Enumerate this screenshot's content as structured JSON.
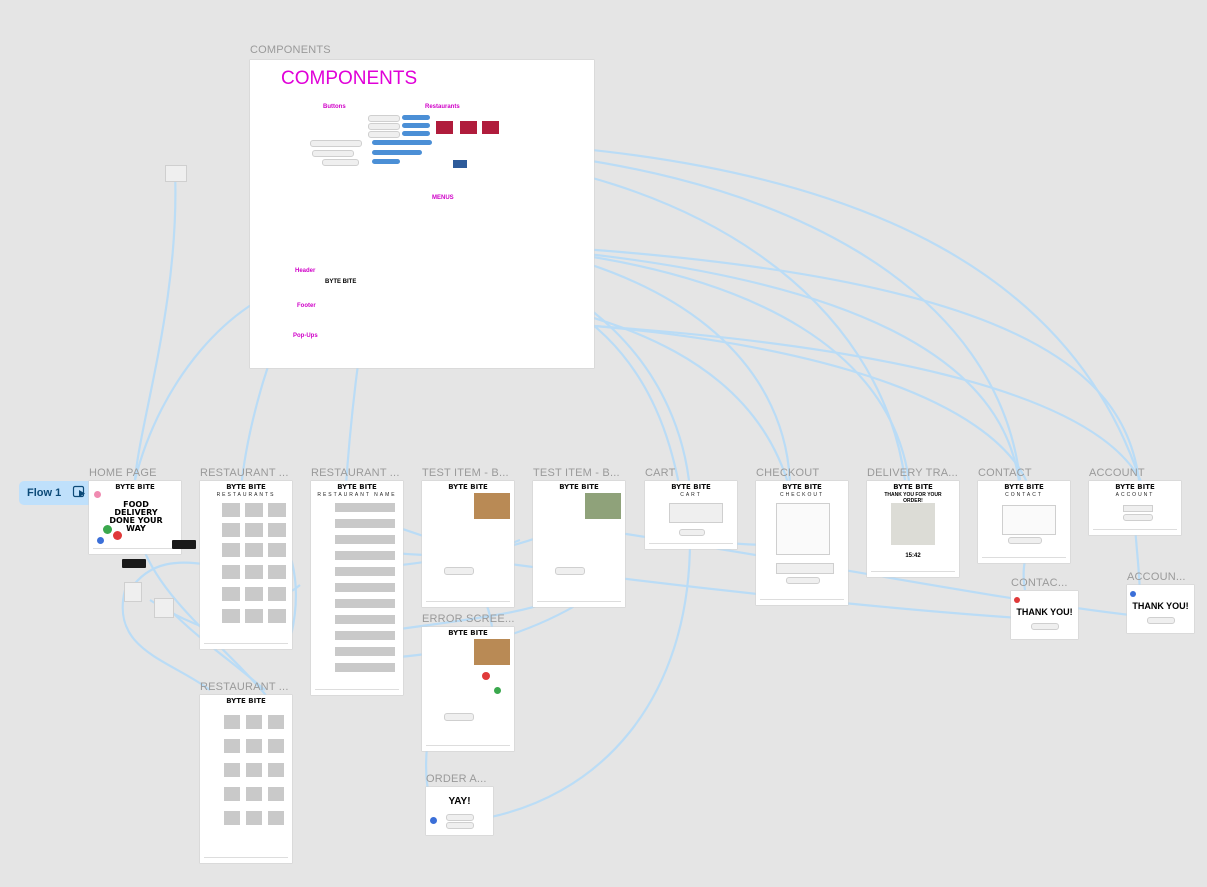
{
  "flow": {
    "label": "Flow 1"
  },
  "frames": {
    "components": {
      "label": "COMPONENTS",
      "title": "COMPONENTS",
      "buttons": "Buttons",
      "restaurants": "Restaurants",
      "menus": "MENUS",
      "header": "Header",
      "footer": "Footer",
      "popups": "Pop-Ups",
      "header_brand": "BYTE BITE"
    },
    "home": {
      "label": "HOME PAGE",
      "brand": "BYTE BITE",
      "hero": "FOOD DELIVERY DONE YOUR WAY"
    },
    "restaurant_list": {
      "label": "RESTAURANT ...",
      "brand": "BYTE BITE",
      "sub": "RESTAURANTS"
    },
    "restaurant_name": {
      "label": "RESTAURANT ...",
      "brand": "BYTE BITE",
      "sub": "RESTAURANT NAME"
    },
    "restaurant_grid": {
      "label": "RESTAURANT ...",
      "brand": "BYTE BITE"
    },
    "test_item_1": {
      "label": "TEST ITEM - B...",
      "brand": "BYTE BITE"
    },
    "test_item_2": {
      "label": "TEST ITEM - B...",
      "brand": "BYTE BITE"
    },
    "error_screen": {
      "label": "ERROR SCREE...",
      "brand": "BYTE BITE"
    },
    "cart": {
      "label": "CART",
      "brand": "BYTE BITE",
      "sub": "CART"
    },
    "checkout": {
      "label": "CHECKOUT",
      "brand": "BYTE BITE",
      "sub": "CHECKOUT"
    },
    "delivery": {
      "label": "DELIVERY TRA...",
      "brand": "BYTE BITE",
      "msg": "THANK YOU FOR YOUR ORDER!",
      "timer": "15:42"
    },
    "contact": {
      "label": "CONTACT",
      "brand": "BYTE BITE",
      "sub": "CONTACT"
    },
    "contact_thanks": {
      "label": "CONTAC...",
      "msg": "THANK YOU!"
    },
    "account": {
      "label": "ACCOUNT",
      "brand": "BYTE BITE",
      "sub": "ACCOUNT"
    },
    "account_thanks": {
      "label": "ACCOUN...",
      "msg": "THANK YOU!"
    },
    "order_confirm": {
      "label": "ORDER A...",
      "msg": "YAY!"
    }
  },
  "colors": {
    "canvas": "#e5e5e5",
    "link": "#b8dcf7",
    "accent_magenta": "#e000d8",
    "flow_badge": "#bfe0fb"
  }
}
